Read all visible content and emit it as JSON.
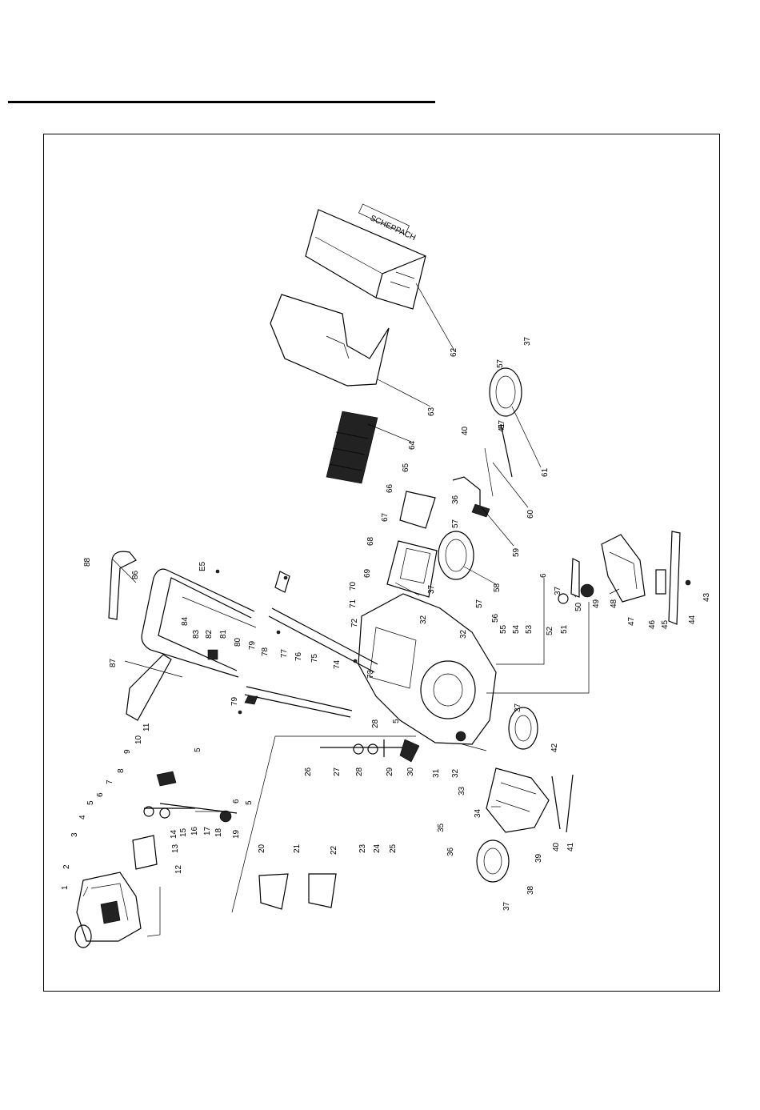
{
  "colors": {
    "ink": "#000000",
    "paper": "#ffffff"
  },
  "grass_bag_logo": "SCHEPPACH",
  "callouts": [
    "1",
    "2",
    "3",
    "4",
    "5",
    "6",
    "7",
    "8",
    "9",
    "10",
    "11",
    "12",
    "13",
    "14",
    "15",
    "16",
    "17",
    "18",
    "19",
    "20",
    "21",
    "22",
    "23",
    "24",
    "25",
    "26",
    "27",
    "28",
    "29",
    "30",
    "31",
    "32",
    "33",
    "34",
    "35",
    "36",
    "37",
    "38",
    "39",
    "40",
    "41",
    "42",
    "43",
    "44",
    "45",
    "46",
    "47",
    "48",
    "49",
    "50",
    "51",
    "52",
    "53",
    "54",
    "55",
    "56",
    "57",
    "58",
    "59",
    "60",
    "61",
    "62",
    "63",
    "64",
    "65",
    "66",
    "67",
    "68",
    "69",
    "70",
    "71",
    "72",
    "73",
    "74",
    "75",
    "76",
    "77",
    "78",
    "79",
    "80",
    "81",
    "82",
    "83",
    "84",
    "86",
    "87",
    "88"
  ]
}
